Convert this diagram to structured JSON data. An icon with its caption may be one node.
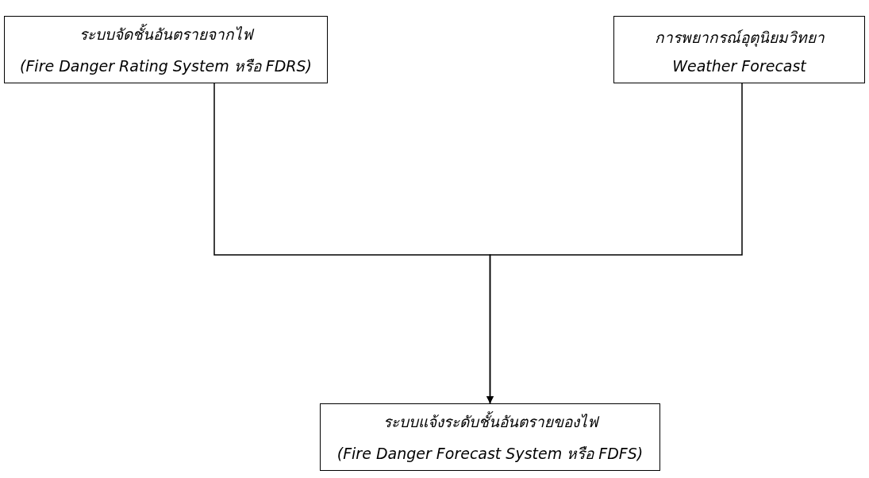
{
  "diagram": {
    "nodes": [
      {
        "text": [
          "ระบบจัดชั้นอันตรายจากไฟ",
          "(Fire Danger Rating System หรือ FDRS)"
        ]
      },
      {
        "text": [
          "การพยากรณ์อุตุนิยมวิทยา",
          "Weather Forecast"
        ]
      },
      {
        "text": [
          "ระบบแจ้งระดับชั้นอันตรายของไฟ",
          "(Fire Danger Forecast System หรือ FDFS)"
        ]
      }
    ],
    "edges": [
      {
        "from": 0,
        "to": 2,
        "arrow": "to"
      },
      {
        "from": 1,
        "to": 2,
        "arrow": "to"
      }
    ]
  }
}
